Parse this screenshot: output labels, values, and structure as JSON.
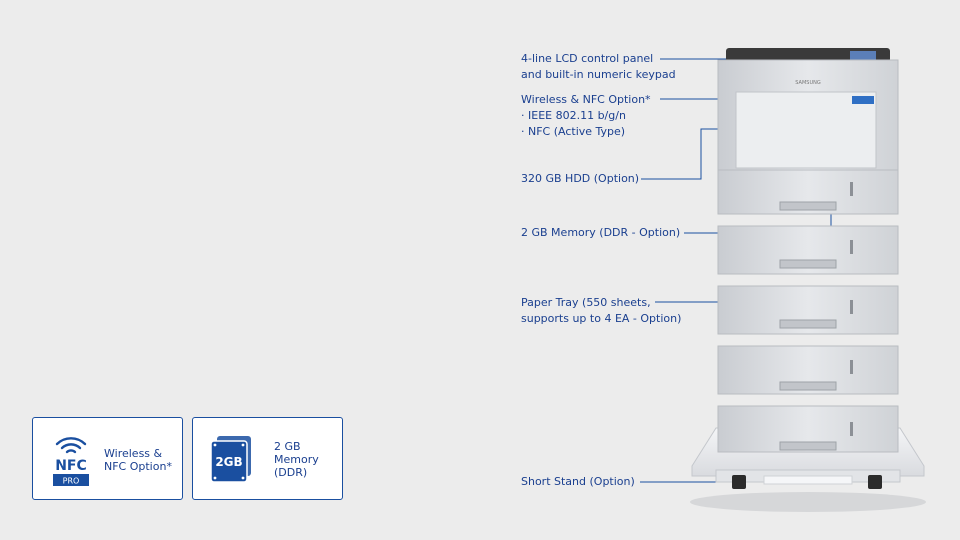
{
  "callouts": {
    "lcd": [
      "4-line LCD control panel",
      "and built-in numeric keypad"
    ],
    "wireless": [
      "Wireless &  NFC Option*",
      "· IEEE 802.11 b/g/n",
      "· NFC (Active Type)"
    ],
    "hdd": [
      "320 GB HDD (Option)"
    ],
    "memory": [
      "2 GB Memory (DDR - Option)"
    ],
    "tray": [
      "Paper Tray (550 sheets,",
      "supports up to 4 EA - Option)"
    ],
    "stand": [
      "Short Stand (Option)"
    ]
  },
  "printer": {
    "brand": "SAMSUNG",
    "paper_trays": 4
  },
  "badges": {
    "nfc": {
      "icon_text": "NFC",
      "icon_subtext": "PRO",
      "label": [
        "Wireless &",
        "NFC Option*"
      ]
    },
    "memory": {
      "icon_text": "2GB",
      "label": [
        "2 GB",
        "Memory",
        "(DDR)"
      ]
    }
  },
  "colors": {
    "accent": "#1a4fa0",
    "text": "#1a3f8f",
    "background": "#ececec",
    "printer_body": "#dcdee2"
  },
  "icons": [
    "nfc-wave-icon",
    "memory-chip-icon"
  ]
}
